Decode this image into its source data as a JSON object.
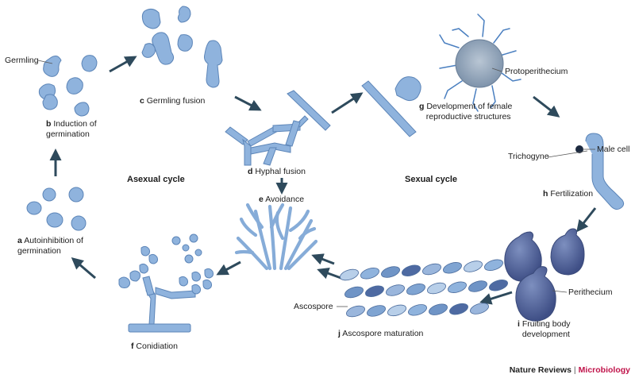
{
  "stages": [
    {
      "letter": "a",
      "text": "Autoinhibition of",
      "text2": "germination"
    },
    {
      "letter": "b",
      "text": "Induction of",
      "text2": "germination"
    },
    {
      "letter": "c",
      "text": "Germling fusion"
    },
    {
      "letter": "d",
      "text": "Hyphal fusion"
    },
    {
      "letter": "e",
      "text": "Avoidance"
    },
    {
      "letter": "f",
      "text": "Conidiation"
    },
    {
      "letter": "g",
      "text": "Development of female",
      "text2": "reproductive structures"
    },
    {
      "letter": "h",
      "text": "Fertilization"
    },
    {
      "letter": "i",
      "text": "Fruiting body",
      "text2": "development"
    },
    {
      "letter": "j",
      "text": "Ascospore maturation"
    }
  ],
  "callouts": {
    "germling": "Germling",
    "protoperithecium": "Protoperithecium",
    "trichogyne": "Trichogyne",
    "male_cell": "Male cell",
    "perithecium": "Perithecium",
    "ascospore": "Ascospore"
  },
  "cycles": {
    "asexual": "Asexual cycle",
    "sexual": "Sexual cycle"
  },
  "credit": {
    "journal": "Nature Reviews",
    "separator": "|",
    "section": "Microbiology"
  },
  "colors": {
    "cell_fill": "#8fb3dd",
    "cell_stroke": "#5c85b8",
    "arrow": "#2e4a5c",
    "perithecium": "#5b6fa3",
    "accent": "#c0134a"
  }
}
